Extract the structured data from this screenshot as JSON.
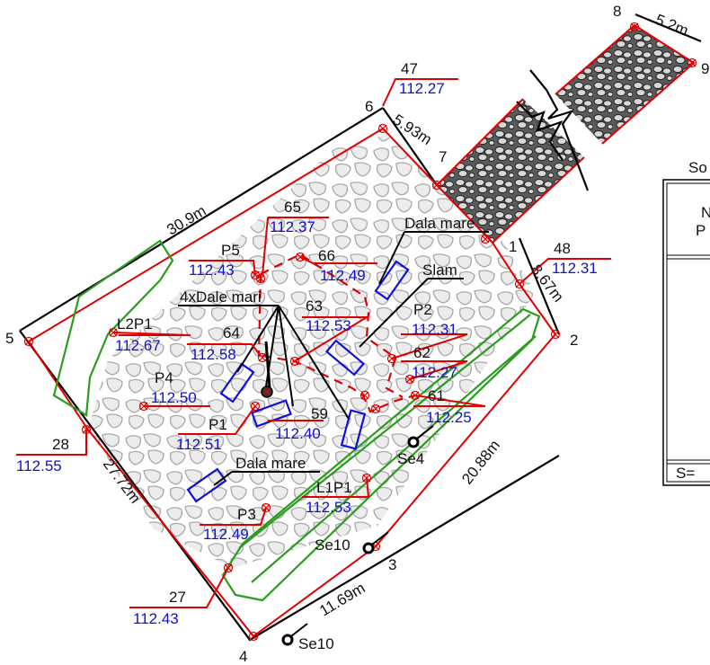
{
  "points": [
    {
      "id": "p1",
      "label": "1"
    },
    {
      "id": "p2",
      "label": "2"
    },
    {
      "id": "p3",
      "label": "3"
    },
    {
      "id": "p4",
      "label": "4"
    },
    {
      "id": "p5",
      "label": "5"
    },
    {
      "id": "p6",
      "label": "6"
    },
    {
      "id": "p7",
      "label": "7"
    },
    {
      "id": "p8",
      "label": "8"
    },
    {
      "id": "p9",
      "label": "9"
    }
  ],
  "dimensions": {
    "d_5_6": "30.9m",
    "d_6_7": "5.93m",
    "d_8_9": "5.2m",
    "d_1_2": "8.67m",
    "d_2_3": "20.88m",
    "d_3_4": "11.69m",
    "d_4_5": "27.72m"
  },
  "elevations": [
    {
      "id": "e47",
      "name": "47",
      "value": "112.27"
    },
    {
      "id": "e48",
      "name": "48",
      "value": "112.31"
    },
    {
      "id": "e65",
      "name": "65",
      "value": "112.37"
    },
    {
      "id": "e66",
      "name": "66",
      "value": "112.49"
    },
    {
      "id": "eP5",
      "name": "P5",
      "value": "112.43"
    },
    {
      "id": "e64",
      "name": "64",
      "value": "112.58"
    },
    {
      "id": "e63",
      "name": "63",
      "value": "112.53"
    },
    {
      "id": "eP2",
      "name": "P2",
      "value": "112.31"
    },
    {
      "id": "e62",
      "name": "62",
      "value": "112.27"
    },
    {
      "id": "e61",
      "name": "61",
      "value": "112.25"
    },
    {
      "id": "eL2P1",
      "name": "L2P1",
      "value": "112.67"
    },
    {
      "id": "eP4",
      "name": "P4",
      "value": "112.50"
    },
    {
      "id": "eP1",
      "name": "P1",
      "value": "112.51"
    },
    {
      "id": "e59",
      "name": "59",
      "value": "112.40"
    },
    {
      "id": "e28",
      "name": "28",
      "value": "112.55"
    },
    {
      "id": "eL1P1",
      "name": "L1P1",
      "value": "112.53"
    },
    {
      "id": "eP3",
      "name": "P3",
      "value": "112.49"
    },
    {
      "id": "e27",
      "name": "27",
      "value": "112.43"
    }
  ],
  "labels": {
    "dala_mare_top": "Dala mare",
    "slam": "Slam",
    "dale_mari": "4xDale mari",
    "dala_mare_bottom": "Dala mare",
    "se4": "Se4",
    "se10_a": "Se10",
    "se10_b": "Se10"
  },
  "side_table": {
    "title_fragment": "So",
    "row_n": "N",
    "row_p": "P",
    "footer": "S="
  },
  "colors": {
    "boundary": "#e00000",
    "outline": "#000000",
    "green_area": "#2a9d1e",
    "elevation_text": "#1010d8",
    "slabs": "#1010d8"
  }
}
